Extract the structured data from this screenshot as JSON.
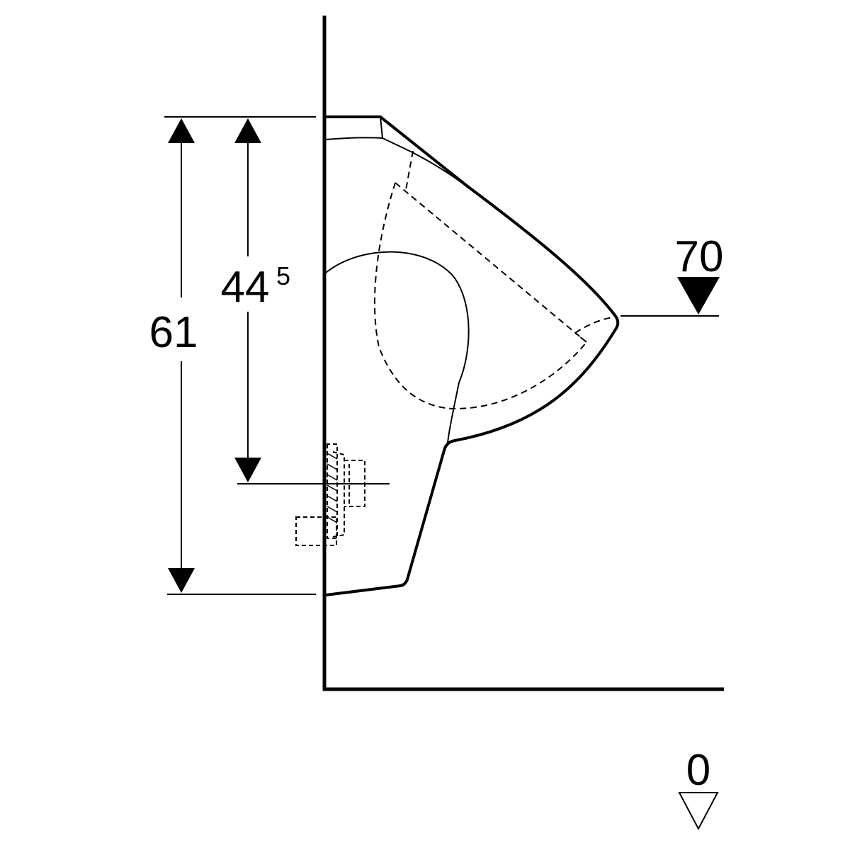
{
  "dimensions": {
    "total_height": "61",
    "outlet_height_main": "44",
    "outlet_height_sup": "5",
    "rim_level": "70",
    "floor_level": "0"
  },
  "colors": {
    "stroke": "#000000",
    "background": "#ffffff"
  }
}
